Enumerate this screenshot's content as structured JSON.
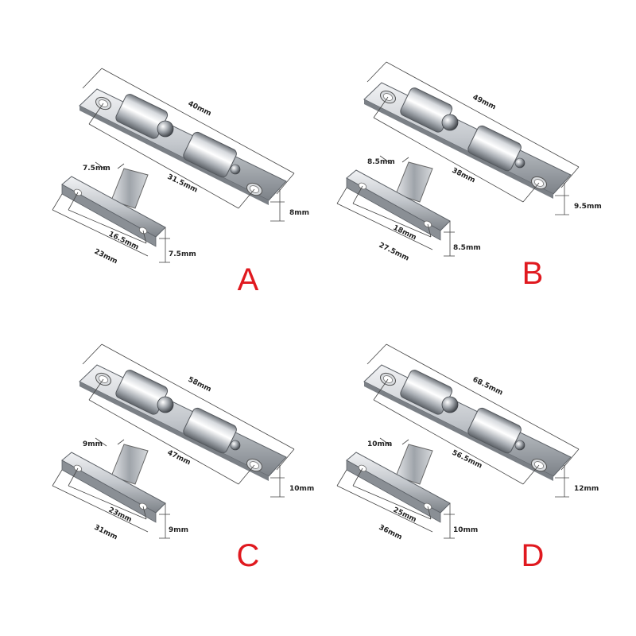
{
  "colors": {
    "letter": "#e0191f",
    "metal_light": "#eef0f2",
    "metal_mid": "#b9bdc2",
    "metal_dark": "#6d7278",
    "dimension_line": "#444444"
  },
  "panels": [
    {
      "letter": "A",
      "catch": {
        "overall": "40mm",
        "hole_spacing": "31.5mm",
        "width": "8mm"
      },
      "strike": {
        "tab": "7.5mm",
        "hole_spacing": "16.5mm",
        "length": "23mm",
        "width": "7.5mm"
      }
    },
    {
      "letter": "B",
      "catch": {
        "overall": "49mm",
        "hole_spacing": "38mm",
        "width": "9.5mm"
      },
      "strike": {
        "tab": "8.5mm",
        "hole_spacing": "18mm",
        "length": "27.5mm",
        "width": "8.5mm"
      }
    },
    {
      "letter": "C",
      "catch": {
        "overall": "58mm",
        "hole_spacing": "47mm",
        "width": "10mm"
      },
      "strike": {
        "tab": "9mm",
        "hole_spacing": "23mm",
        "length": "31mm",
        "width": "9mm"
      }
    },
    {
      "letter": "D",
      "catch": {
        "overall": "68.5mm",
        "hole_spacing": "56.5mm",
        "width": "12mm"
      },
      "strike": {
        "tab": "10mm",
        "hole_spacing": "25mm",
        "length": "36mm",
        "width": "10mm"
      }
    }
  ]
}
